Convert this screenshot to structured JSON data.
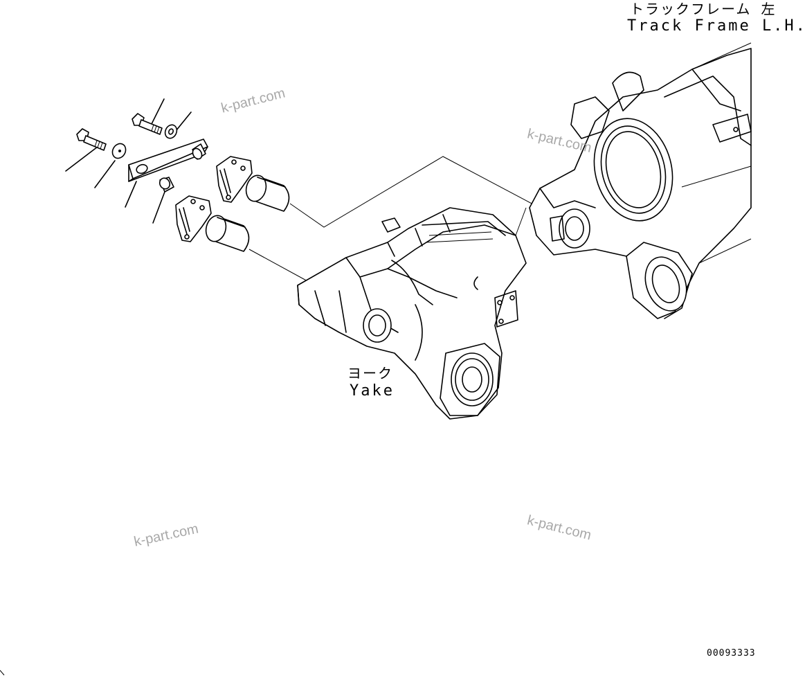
{
  "labels": {
    "track_frame_jp": "トラックフレーム 左",
    "track_frame_en": "Track Frame L.H.",
    "yoke_jp": "ヨーク",
    "yoke_en": "Yake"
  },
  "watermarks": [
    "k-part.com",
    "k-part.com",
    "k-part.com",
    "k-part.com"
  ],
  "drawing_number": "00093333",
  "colors": {
    "line": "#000000",
    "watermark": "#9a9a9a",
    "background": "#ffffff"
  }
}
